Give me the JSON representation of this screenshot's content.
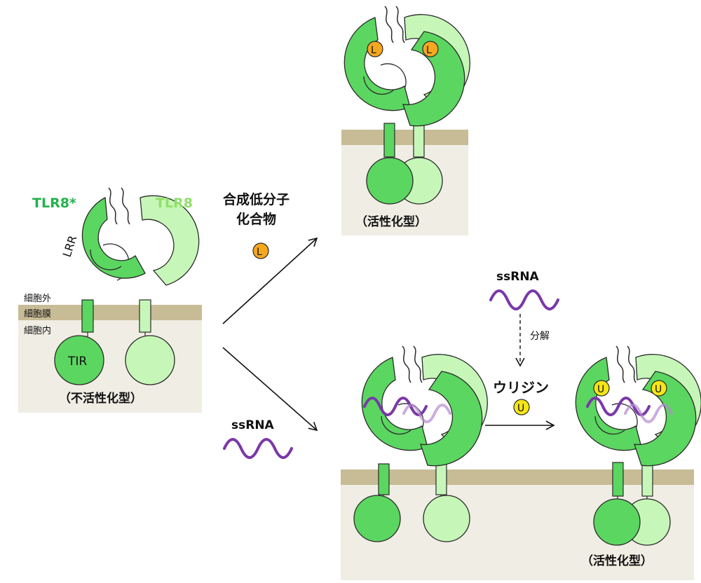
{
  "colors": {
    "dark_green": "#5bd660",
    "light_green": "#c6f7b8",
    "outline": "#2a2a2a",
    "membrane": "#c8bc96",
    "cell_bg": "#f0ede4",
    "ligand_orange": "#f5a71e",
    "ligand_yellow": "#f7e616",
    "rna_purple": "#7a38a8",
    "label_dark_green": "#22b24a",
    "label_light_green": "#8fe068"
  },
  "left_panel": {
    "tlr8_star_label": "TLR8*",
    "tlr8_label": "TLR8",
    "lrr_label": "LRR",
    "extracellular_label": "細胞外",
    "membrane_label": "細胞膜",
    "intracellular_label": "細胞内",
    "tir_label": "TIR",
    "state_label": "（不活性化型）"
  },
  "pathway_small_molecule": {
    "label_line1": "合成低分子",
    "label_line2": "化合物",
    "ligand_letter": "L"
  },
  "pathway_ssrna": {
    "label": "ssRNA"
  },
  "top_right_panel": {
    "state_label": "（活性化型）"
  },
  "degradation": {
    "ssrna_label": "ssRNA",
    "degradation_label": "分解",
    "uridine_label": "ウリジン",
    "uridine_letter": "U"
  },
  "bottom_right_panel": {
    "state_label": "（活性化型）"
  }
}
